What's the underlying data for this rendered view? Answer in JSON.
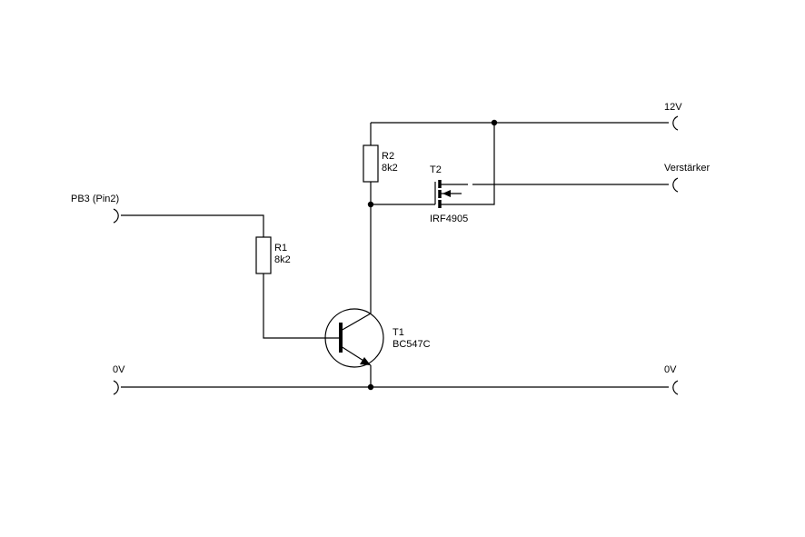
{
  "diagram": {
    "title": "Transistor switching circuit (BC547C + IRF4905)",
    "terminals": {
      "pb3": "PB3 (Pin2)",
      "v12": "12V",
      "amp": "Verstärker",
      "gnd_left": "0V",
      "gnd_right": "0V"
    },
    "components": {
      "r1": {
        "ref": "R1",
        "value": "8k2"
      },
      "r2": {
        "ref": "R2",
        "value": "8k2"
      },
      "t1": {
        "ref": "T1",
        "value": "BC547C"
      },
      "t2": {
        "ref": "T2",
        "value": "IRF4905"
      }
    }
  }
}
